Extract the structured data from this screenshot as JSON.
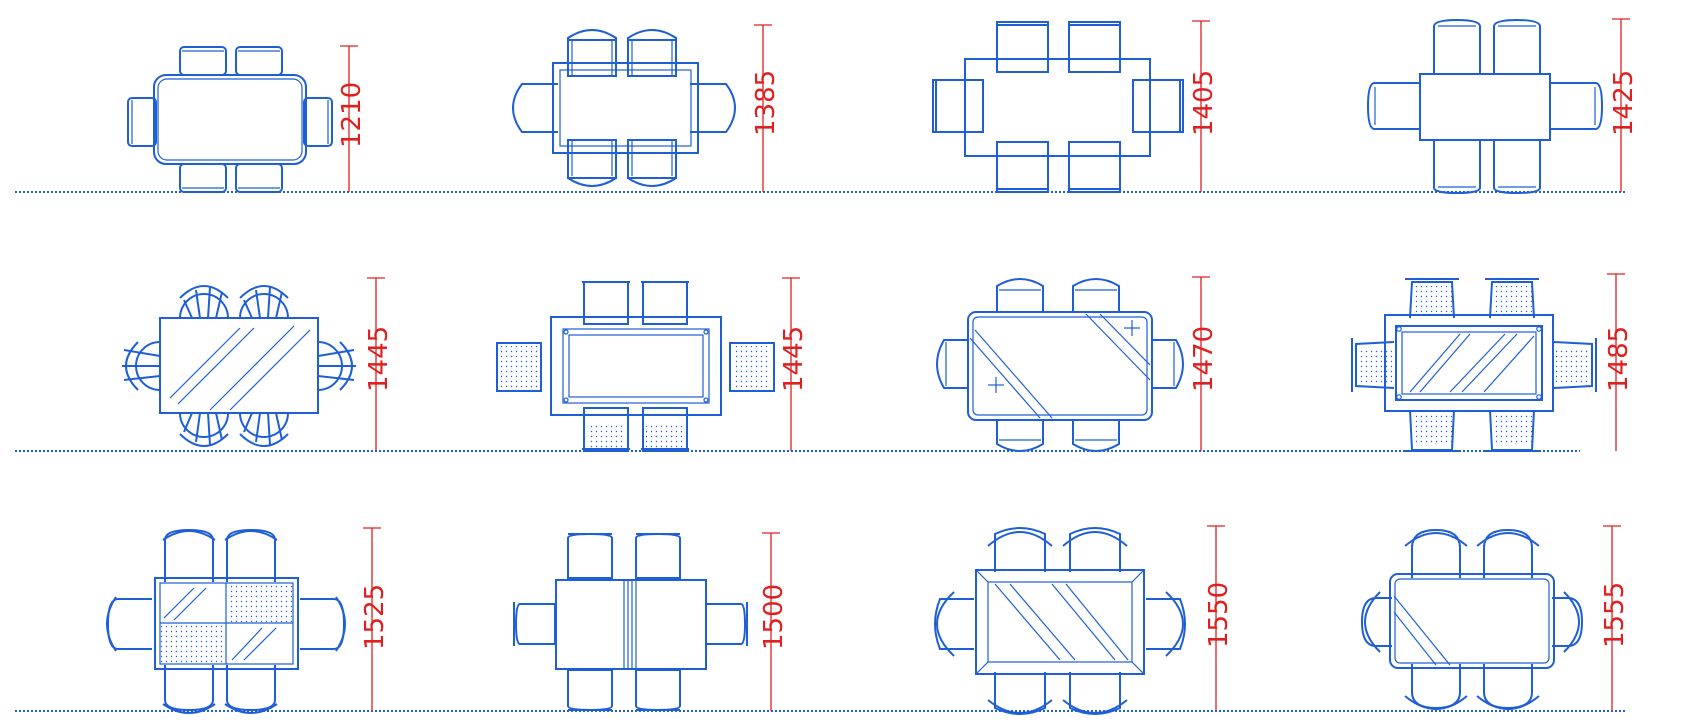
{
  "colors": {
    "drawing": "#1f5fd6",
    "dimension": "#e02020",
    "background": "#ffffff"
  },
  "rows": [
    {
      "items": [
        {
          "dimension": "1210",
          "variant": "rounded-simple"
        },
        {
          "dimension": "1385",
          "variant": "frame-armchairs"
        },
        {
          "dimension": "1405",
          "variant": "square-boxes"
        },
        {
          "dimension": "1425",
          "variant": "plain-table"
        }
      ]
    },
    {
      "items": [
        {
          "dimension": "1445",
          "variant": "glass-fan-chairs"
        },
        {
          "dimension": "1445",
          "variant": "inset-panel"
        },
        {
          "dimension": "1470",
          "variant": "glass-rounded"
        },
        {
          "dimension": "1485",
          "variant": "glass-inset-dotted"
        }
      ]
    },
    {
      "items": [
        {
          "dimension": "1525",
          "variant": "quad-panel-hatched"
        },
        {
          "dimension": "1500",
          "variant": "split-table"
        },
        {
          "dimension": "1550",
          "variant": "glass-arm-chairs"
        },
        {
          "dimension": "1555",
          "variant": "rounded-glass-corner"
        }
      ]
    }
  ]
}
